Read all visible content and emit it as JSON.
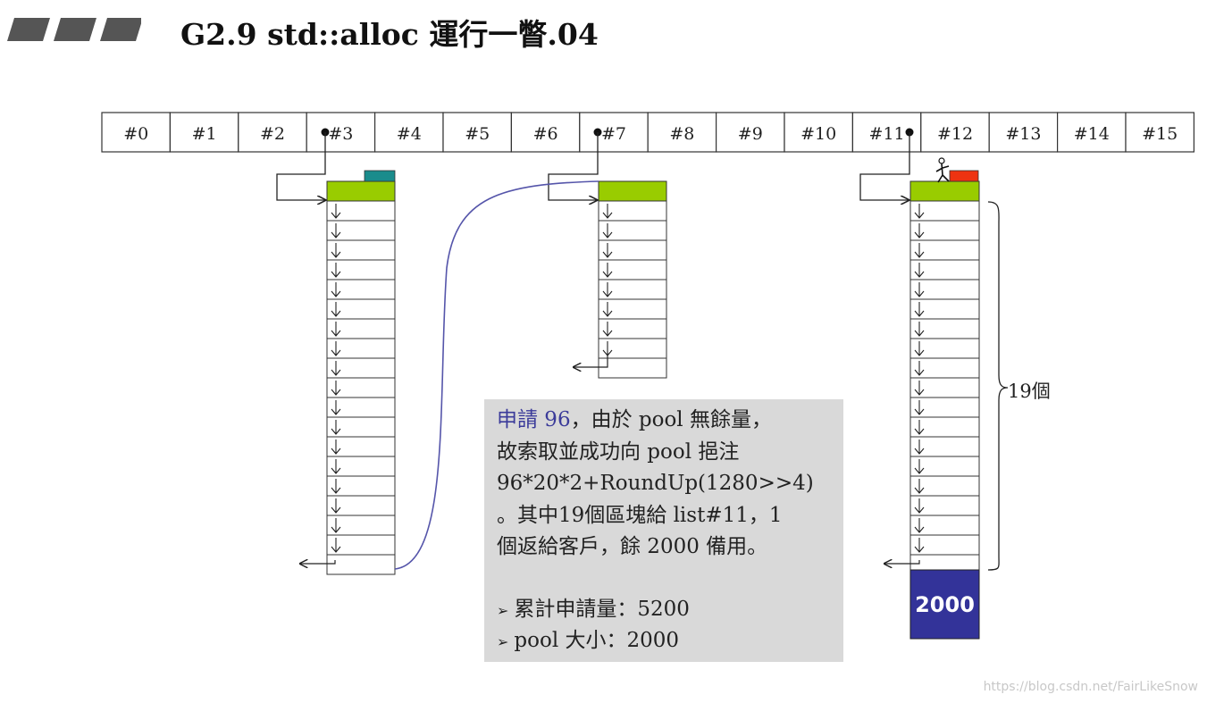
{
  "title": "G2.9 std::alloc 運行一瞥.04",
  "free_list": {
    "cells": [
      "#0",
      "#1",
      "#2",
      "#3",
      "#4",
      "#5",
      "#6",
      "#7",
      "#8",
      "#9",
      "#10",
      "#11",
      "#12",
      "#13",
      "#14",
      "#15"
    ]
  },
  "info": {
    "lines": [
      {
        "highlight": "申請 96",
        "text": "，由於 pool 無餘量，"
      },
      {
        "highlight": "",
        "text": "故索取並成功向 pool 挹注"
      },
      {
        "highlight": "",
        "text": "96*20*2+RoundUp(1280>>4)"
      },
      {
        "highlight": "",
        "text": "。其中19個區塊給 list#11，1"
      },
      {
        "highlight": "",
        "text": "個返給客戶，餘 2000 備用。"
      }
    ],
    "bullets": [
      "累計申請量：5200",
      "pool 大小：2000"
    ]
  },
  "brace_label": "19個",
  "pool_block_label": "2000",
  "colors": {
    "block_head": "#99cc00",
    "pool": "#333399",
    "teal_tab": "#1a8c8c",
    "red_tab": "#ee3311",
    "curve": "#5555aa",
    "info_bg": "#d9d9d9"
  },
  "watermark": "https://blog.csdn.net/FairLikeSnow"
}
